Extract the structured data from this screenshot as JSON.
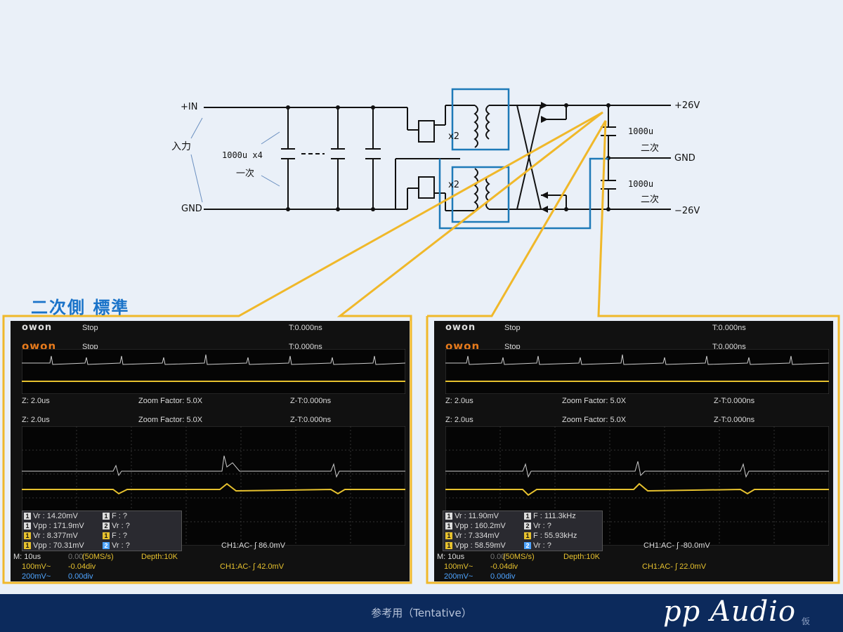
{
  "schematic": {
    "in_plus": "+IN",
    "in_gnd": "GND",
    "input_label": "入力",
    "cap_label": "1000u x4",
    "cap_sub": "一次",
    "fet_mult_top": "x2",
    "fet_mult_bottom": "x2",
    "out_pos": "+26V",
    "out_gnd": "GND",
    "out_neg": "−26V",
    "cap_top": "1000u",
    "cap_top_sub": "二次",
    "cap_bottom": "1000u",
    "cap_bottom_sub": "二次"
  },
  "section_title": "二次側 標準",
  "scope_left": {
    "logo": "owon",
    "bg_logo": "owon",
    "run_state": "Stop",
    "bg_run_state": "Stop",
    "trigger_time": "T:0.000ns",
    "bg_trigger_time": "T:0.000ns",
    "zoom_main": "Z: 2.0us",
    "zoom_factor": "Zoom Factor: 5.0X",
    "zoom_t": "Z-T:0.000ns",
    "bg_zoom_main": "Z: 2.0us",
    "bg_zoom_factor": "Zoom Factor: 5.0X",
    "bg_zoom_t": "Z-T:0.000ns",
    "meas": [
      {
        "ch": "1",
        "color": "w",
        "text": "Vr : 14.20mV"
      },
      {
        "ch": "1",
        "color": "w",
        "text": "F :   ?"
      },
      {
        "ch": "1",
        "color": "w",
        "text": "Vpp : 171.9mV"
      },
      {
        "ch": "2",
        "color": "w",
        "text": "Vr :    ?"
      },
      {
        "ch": "1",
        "color": "y",
        "text": "Vr : 8.377mV"
      },
      {
        "ch": "1",
        "color": "y",
        "text": "F :   ?"
      },
      {
        "ch": "1",
        "color": "y",
        "text": "Vpp : 70.31mV"
      },
      {
        "ch": "2",
        "color": "b",
        "text": "Vr :    ?"
      }
    ],
    "bg_trigger_info": "CH1:AC- ∫ 86.0mV",
    "timebase": "M: 10us",
    "sample_rate": "(50MS/s)",
    "depth": "Depth:10K",
    "bg_offset": "0.00",
    "ch1_scale": "100mV~",
    "ch1_offset": "-0.04div",
    "ch2_scale": "200mV~",
    "ch2_offset": "0.00div",
    "trigger_info": "CH1:AC- ∫ 42.0mV"
  },
  "scope_right": {
    "logo": "owon",
    "bg_logo": "owon",
    "run_state": "Stop",
    "bg_run_state": "Stop",
    "trigger_time": "T:0.000ns",
    "bg_trigger_time": "T:0.000ns",
    "zoom_main": "Z: 2.0us",
    "zoom_factor": "Zoom Factor: 5.0X",
    "zoom_t": "Z-T:0.000ns",
    "bg_zoom_main": "Z: 2.0us",
    "bg_zoom_factor": "Zoom Factor: 5.0X",
    "bg_zoom_t": "Z-T:0.000ns",
    "meas": [
      {
        "ch": "1",
        "color": "w",
        "text": "Vr : 11.90mV"
      },
      {
        "ch": "1",
        "color": "w",
        "text": "F : 111.3kHz"
      },
      {
        "ch": "1",
        "color": "w",
        "text": "Vpp : 160.2mV"
      },
      {
        "ch": "2",
        "color": "w",
        "text": "Vr :    ?"
      },
      {
        "ch": "1",
        "color": "y",
        "text": "Vr : 7.334mV"
      },
      {
        "ch": "1",
        "color": "y",
        "text": "F : 55.93kHz"
      },
      {
        "ch": "1",
        "color": "y",
        "text": "Vpp : 58.59mV"
      },
      {
        "ch": "2",
        "color": "b",
        "text": "Vr :    ?"
      }
    ],
    "bg_trigger_info": "CH1:AC- ∫ -80.0mV",
    "timebase": "M: 10us",
    "sample_rate": "(50MS/s)",
    "depth": "Depth:10K",
    "bg_offset": "0.00",
    "ch1_scale": "100mV~",
    "ch1_offset": "-0.04div",
    "ch2_scale": "200mV~",
    "ch2_offset": "0.00div",
    "trigger_info": "CH1:AC- ∫ 22.0mV"
  },
  "footer": {
    "text": "参考用（Tentative）",
    "brand": "pp Audio",
    "brand_sub": "仮"
  },
  "colors": {
    "background": "#eaf0f8",
    "callout": "#f0b82a",
    "highlight_box": "#1e7ab8",
    "scope_yellow": "#e6c12e",
    "footer": "#0c2a5c",
    "title": "#1a73c9"
  }
}
